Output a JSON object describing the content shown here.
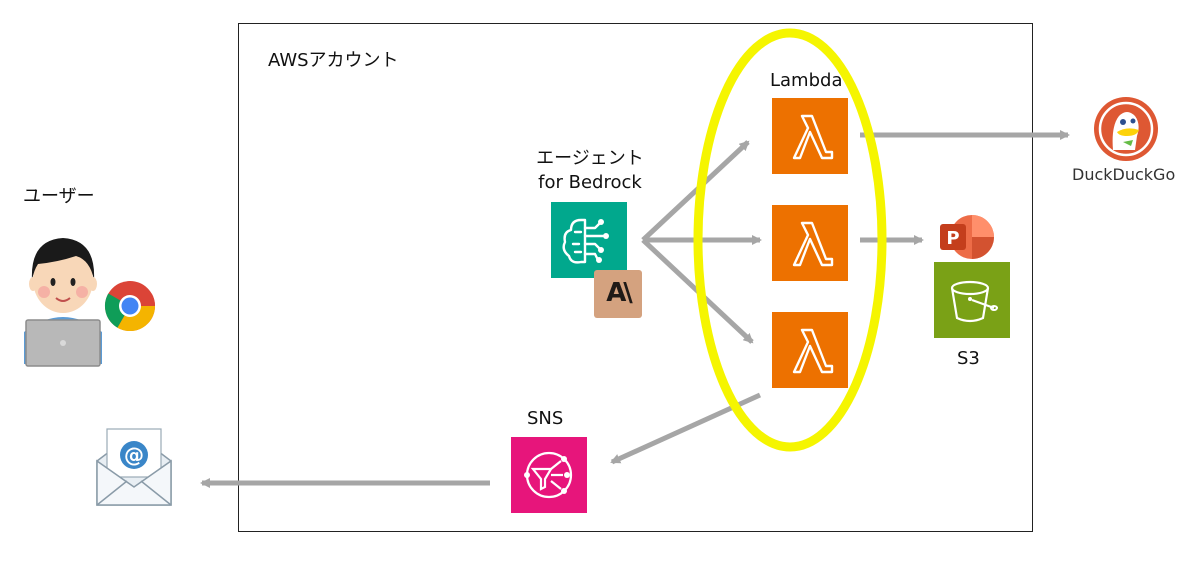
{
  "account": {
    "title": "AWSアカウント"
  },
  "user": {
    "label": "ユーザー"
  },
  "agent": {
    "line1": "エージェント",
    "line2": "for Bedrock"
  },
  "anthropic": {
    "logo_text": "A\\"
  },
  "lambda": {
    "label": "Lambda",
    "count": 3
  },
  "duckduckgo": {
    "label": "DuckDuckGo"
  },
  "powerpoint": {
    "letter": "P"
  },
  "s3": {
    "label": "S3"
  },
  "sns": {
    "label": "SNS"
  },
  "colors": {
    "lambda": "#ED7100",
    "bedrock": "#01A88D",
    "s3": "#7AA116",
    "sns": "#E7157B",
    "anthropic": "#D4A27F",
    "arrow": "#A6A6A6",
    "highlight": "#F5F500",
    "duckduckgo": "#DE5833",
    "powerpoint": "#C43E1C"
  },
  "icons": [
    "user-laptop-icon",
    "chrome-icon",
    "bedrock-agent-icon",
    "anthropic-icon",
    "lambda-icon",
    "duckduckgo-icon",
    "powerpoint-icon",
    "s3-bucket-icon",
    "sns-icon",
    "email-icon"
  ]
}
